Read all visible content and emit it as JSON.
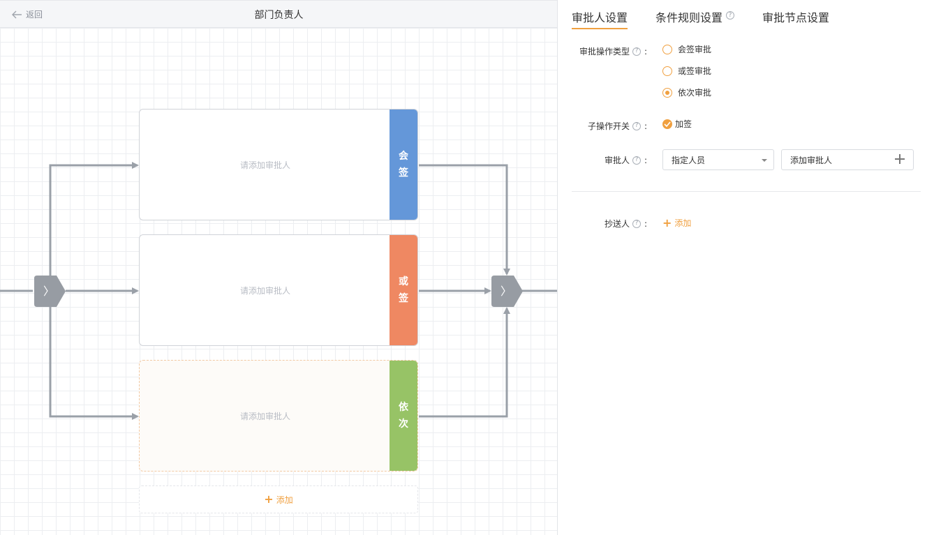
{
  "header": {
    "back_label": "返回",
    "title": "部门负责人"
  },
  "flow": {
    "cards": [
      {
        "placeholder": "请添加审批人",
        "tag_line1": "会",
        "tag_line2": "签",
        "tag_color": "#6497d9"
      },
      {
        "placeholder": "请添加审批人",
        "tag_line1": "或",
        "tag_line2": "签",
        "tag_color": "#ef8862"
      },
      {
        "placeholder": "请添加审批人",
        "tag_line1": "依",
        "tag_line2": "次",
        "tag_color": "#97c366"
      }
    ],
    "add_label": "添加",
    "gate_glyph": "〉"
  },
  "panel": {
    "tabs": [
      {
        "label": "审批人设置",
        "active": true
      },
      {
        "label": "条件规则设置",
        "active": false,
        "help": "?"
      },
      {
        "label": "审批节点设置",
        "active": false
      }
    ],
    "approval_type": {
      "label": "审批操作类型",
      "options": [
        "会签审批",
        "或签审批",
        "依次审批"
      ],
      "selected": "依次审批"
    },
    "sub_switch": {
      "label": "子操作开关",
      "option": "加签",
      "checked": true
    },
    "approver": {
      "label": "审批人",
      "select_value": "指定人员",
      "add_label": "添加审批人"
    },
    "cc": {
      "label": "抄送人",
      "add_label": "添加"
    },
    "help_glyph": "?",
    "colon": ":"
  },
  "colors": {
    "accent": "#f0a040",
    "wire": "#9aa0a8",
    "gate": "#979ca3"
  }
}
